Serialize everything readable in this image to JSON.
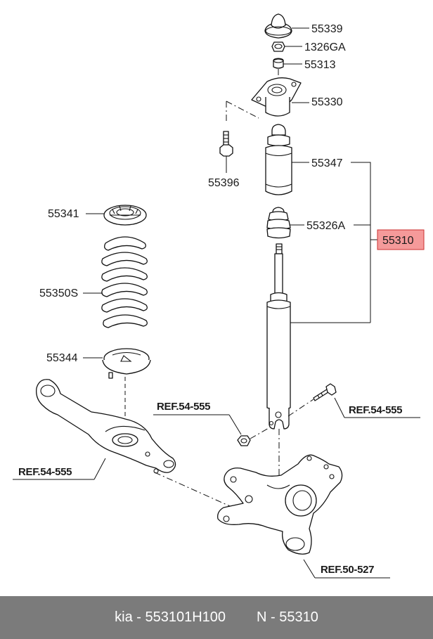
{
  "labels": {
    "p55339": "55339",
    "p1326ga": "1326GA",
    "p55313": "55313",
    "p55330": "55330",
    "p55396": "55396",
    "p55347": "55347",
    "p55326a": "55326A",
    "p55310": "55310",
    "p55341": "55341",
    "p55350s": "55350S",
    "p55344": "55344"
  },
  "refs": {
    "ref_knuckle_nut": "REF.54-555",
    "ref_bolt": "REF.54-555",
    "ref_arm": "REF.54-555",
    "ref_knuckle": "REF.50-527"
  },
  "footer": {
    "part_number": "kia - 553101H100",
    "ref_number": "N - 55310"
  },
  "colors": {
    "highlight": "#f59a9a",
    "footer_bg": "#7b7b7b"
  }
}
